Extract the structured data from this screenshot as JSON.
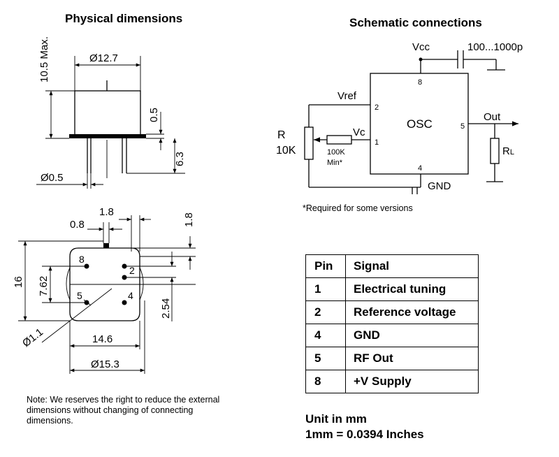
{
  "titles": {
    "physical": "Physical dimensions",
    "schematic": "Schematic connections"
  },
  "dimensions": {
    "height_max": "10.5 Max.",
    "diameter_body": "Ø12.7",
    "base_thickness": "0.5",
    "pin_length": "6.3",
    "pin_diameter": "Ø0.5",
    "pin_spacing_top": "1.8",
    "pin_offset_top": "0.8",
    "right_offset": "1.8",
    "total_height": "16",
    "pin_row_spacing": "7.62",
    "pin_gap": "2.54",
    "hole_diameter": "Ø1.1",
    "width_inner": "14.6",
    "width_outer": "Ø15.3",
    "pin_labels": [
      "8",
      "2",
      "5",
      "4"
    ]
  },
  "schematic": {
    "vcc": "Vcc",
    "capacitor": "100...1000p",
    "vref": "Vref",
    "vc": "Vc",
    "resistor_r": "R",
    "resistor_value": "10K",
    "series_resistor": "100K",
    "series_resistor_note": "Min*",
    "osc": "OSC",
    "out": "Out",
    "gnd": "GND",
    "load": "R",
    "load_sub": "L",
    "pin_8": "8",
    "pin_2": "2",
    "pin_1": "1",
    "pin_5": "5",
    "pin_4": "4",
    "footnote": "*Required for some versions"
  },
  "table": {
    "header": {
      "pin": "Pin",
      "signal": "Signal"
    },
    "rows": [
      {
        "pin": "1",
        "signal": "Electrical tuning"
      },
      {
        "pin": "2",
        "signal": "Reference voltage"
      },
      {
        "pin": "4",
        "signal": "GND"
      },
      {
        "pin": "5",
        "signal": "RF Out"
      },
      {
        "pin": "8",
        "signal": "+V Supply"
      }
    ]
  },
  "note": "Note: We reserves the right to reduce the external dimensions without changing of connecting dimensions.",
  "units": {
    "line1": "Unit in mm",
    "line2": "1mm = 0.0394 Inches"
  }
}
